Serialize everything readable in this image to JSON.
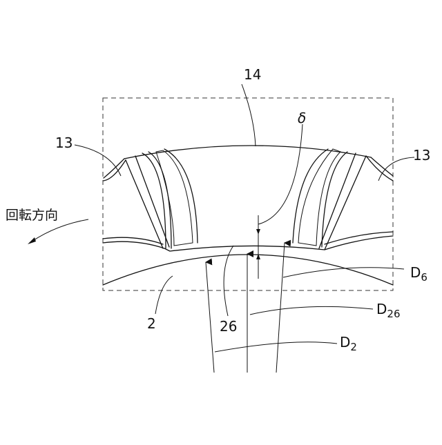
{
  "figure": {
    "labels": {
      "rotor_tooth": "14",
      "stator_left": "13",
      "stator_right": "13",
      "rotor": "2",
      "tip": "26",
      "gap": "δ",
      "rotation": "回転方向"
    },
    "dimensions": {
      "d6": {
        "base": "D",
        "sub": "6"
      },
      "d26": {
        "base": "D",
        "sub": "26"
      },
      "d2": {
        "base": "D",
        "sub": "2"
      }
    }
  }
}
